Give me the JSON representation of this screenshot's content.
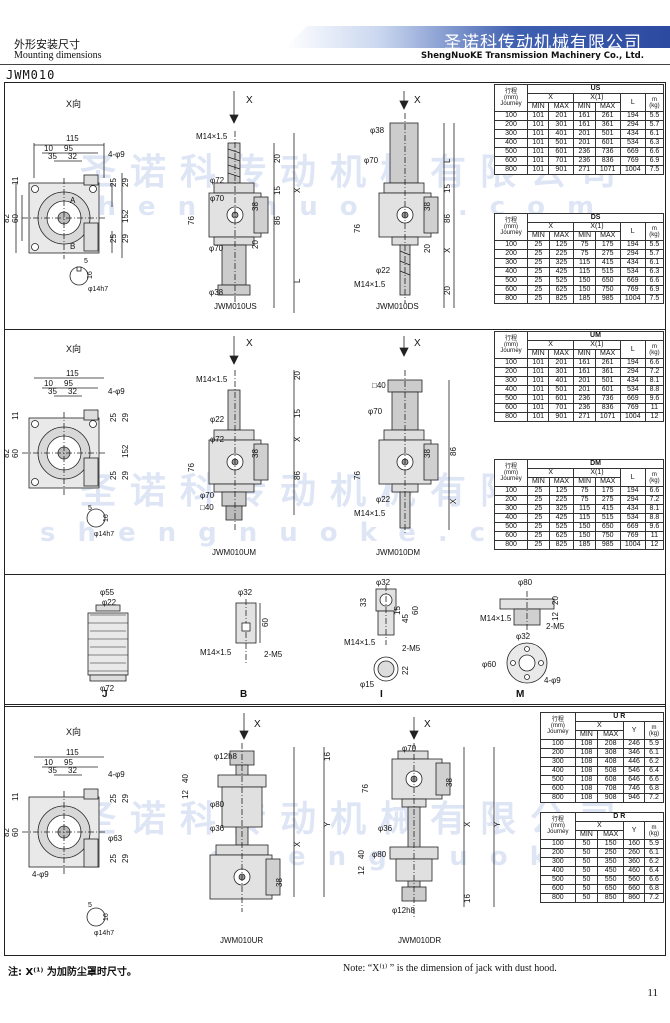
{
  "header": {
    "section_cn": "外形安装尺寸",
    "section_en": "Mounting dimensions",
    "company_cn": "圣诺科传动机械有限公司",
    "company_en": "ShengNuoKE Transmission Machinery Co., Ltd."
  },
  "model": "JWM010",
  "watermark": {
    "cn": "圣诺科传动机械有限公司",
    "en": "shengnuoke.com"
  },
  "colors": {
    "band": "#2c4aa0",
    "watermark": "#466ec8"
  },
  "panels": {
    "p1": {
      "xview": "X向",
      "x_label": "X",
      "captions": [
        "JWM010US",
        "JWM010DS"
      ],
      "dims": [
        "115",
        "95",
        "10",
        "35",
        "32",
        "4-φ9",
        "11",
        "60",
        "82",
        "25",
        "29",
        "152",
        "A",
        "B",
        "5",
        "16",
        "φ14h7",
        "M14×1.5",
        "φ72",
        "φ70",
        "φ38",
        "76",
        "20",
        "38",
        "86",
        "15",
        "20",
        "L",
        "X",
        "φ22"
      ]
    },
    "p2": {
      "xview": "X向",
      "x_label": "X",
      "captions": [
        "JWM010UM",
        "JWM010DM"
      ],
      "dims": [
        "115",
        "95",
        "10",
        "35",
        "32",
        "4-φ9",
        "11",
        "60",
        "82",
        "25",
        "29",
        "152",
        "5",
        "16",
        "φ14h7",
        "M14×1.5",
        "φ72",
        "φ22",
        "φ70",
        "□40",
        "76",
        "20",
        "38",
        "86",
        "15",
        "X"
      ]
    },
    "p3": {
      "captions": [
        "J",
        "B",
        "I",
        "M"
      ],
      "dims": [
        "φ55",
        "φ22",
        "φ72",
        "φ32",
        "60",
        "M14×1.5",
        "2-M5",
        "φ32",
        "33",
        "45",
        "60",
        "15",
        "φ15",
        "22",
        "φ80",
        "20",
        "12",
        "M14×1.5",
        "2-M5",
        "φ32",
        "φ60",
        "4-φ9"
      ]
    },
    "p4": {
      "xview": "X向",
      "x_label": "X",
      "captions": [
        "JWM010UR",
        "JWM010DR"
      ],
      "dims": [
        "115",
        "95",
        "10",
        "35",
        "32",
        "4-φ9",
        "11",
        "60",
        "82",
        "25",
        "29",
        "φ63",
        "5",
        "16",
        "φ14h7",
        "φ12h8",
        "φ80",
        "φ36",
        "76",
        "40",
        "12",
        "38",
        "16",
        "Y",
        "X",
        "φ70"
      ]
    }
  },
  "tables": {
    "US": {
      "title": "US",
      "head": {
        "stroke": "行程",
        "mm": "(mm)",
        "journey": "Journey",
        "x": "X",
        "x1": "X(1)",
        "min": "MIN",
        "max": "MAX",
        "l": "L",
        "m": "m",
        "kg": "(kg)"
      },
      "rows": [
        [
          "100",
          "101",
          "201",
          "161",
          "261",
          "194",
          "5.5"
        ],
        [
          "200",
          "101",
          "301",
          "161",
          "361",
          "294",
          "5.7"
        ],
        [
          "300",
          "101",
          "401",
          "201",
          "501",
          "434",
          "6.1"
        ],
        [
          "400",
          "101",
          "501",
          "201",
          "601",
          "534",
          "6.3"
        ],
        [
          "500",
          "101",
          "601",
          "236",
          "736",
          "669",
          "6.6"
        ],
        [
          "600",
          "101",
          "701",
          "236",
          "836",
          "769",
          "6.9"
        ],
        [
          "800",
          "101",
          "901",
          "271",
          "1071",
          "1004",
          "7.5"
        ]
      ]
    },
    "DS": {
      "title": "DS",
      "head": {
        "stroke": "行程",
        "mm": "(mm)",
        "journey": "Journey",
        "x": "X",
        "x1": "X(1)",
        "min": "MIN",
        "max": "MAX",
        "l": "L",
        "m": "m",
        "kg": "(kg)"
      },
      "rows": [
        [
          "100",
          "25",
          "125",
          "75",
          "175",
          "194",
          "5.5"
        ],
        [
          "200",
          "25",
          "225",
          "75",
          "275",
          "294",
          "5.7"
        ],
        [
          "300",
          "25",
          "325",
          "115",
          "415",
          "434",
          "6.1"
        ],
        [
          "400",
          "25",
          "425",
          "115",
          "515",
          "534",
          "6.3"
        ],
        [
          "500",
          "25",
          "525",
          "150",
          "650",
          "669",
          "6.6"
        ],
        [
          "600",
          "25",
          "625",
          "150",
          "750",
          "769",
          "6.9"
        ],
        [
          "800",
          "25",
          "825",
          "185",
          "985",
          "1004",
          "7.5"
        ]
      ]
    },
    "UM": {
      "title": "UM",
      "head": {
        "stroke": "行程",
        "mm": "(mm)",
        "journey": "Journey",
        "x": "X",
        "x1": "X(1)",
        "min": "MIN",
        "max": "MAX",
        "l": "L",
        "m": "m",
        "kg": "(kg)"
      },
      "rows": [
        [
          "100",
          "101",
          "201",
          "161",
          "261",
          "194",
          "6.6"
        ],
        [
          "200",
          "101",
          "301",
          "161",
          "361",
          "294",
          "7.2"
        ],
        [
          "300",
          "101",
          "401",
          "201",
          "501",
          "434",
          "8.1"
        ],
        [
          "400",
          "101",
          "501",
          "201",
          "601",
          "534",
          "8.8"
        ],
        [
          "500",
          "101",
          "601",
          "236",
          "736",
          "669",
          "9.6"
        ],
        [
          "600",
          "101",
          "701",
          "236",
          "836",
          "769",
          "11"
        ],
        [
          "800",
          "101",
          "901",
          "271",
          "1071",
          "1004",
          "12"
        ]
      ]
    },
    "DM": {
      "title": "DM",
      "head": {
        "stroke": "行程",
        "mm": "(mm)",
        "journey": "Journey",
        "x": "X",
        "x1": "X(1)",
        "min": "MIN",
        "max": "MAX",
        "l": "L",
        "m": "m",
        "kg": "(kg)"
      },
      "rows": [
        [
          "100",
          "25",
          "125",
          "75",
          "175",
          "194",
          "6.6"
        ],
        [
          "200",
          "25",
          "225",
          "75",
          "275",
          "294",
          "7.2"
        ],
        [
          "300",
          "25",
          "325",
          "115",
          "415",
          "434",
          "8.1"
        ],
        [
          "400",
          "25",
          "425",
          "115",
          "515",
          "534",
          "8.8"
        ],
        [
          "500",
          "25",
          "525",
          "150",
          "650",
          "669",
          "9.6"
        ],
        [
          "600",
          "25",
          "625",
          "150",
          "750",
          "769",
          "11"
        ],
        [
          "800",
          "25",
          "825",
          "185",
          "985",
          "1004",
          "12"
        ]
      ]
    },
    "UR": {
      "title": "U R",
      "head": {
        "stroke": "行程",
        "mm": "(mm)",
        "journey": "Journey",
        "x": "X",
        "min": "MIN",
        "max": "MAX",
        "y": "Y",
        "m": "m",
        "kg": "(kg)"
      },
      "rows": [
        [
          "100",
          "108",
          "208",
          "246",
          "5.9"
        ],
        [
          "200",
          "108",
          "308",
          "346",
          "6.1"
        ],
        [
          "300",
          "108",
          "408",
          "446",
          "6.2"
        ],
        [
          "400",
          "108",
          "508",
          "546",
          "6.4"
        ],
        [
          "500",
          "108",
          "608",
          "646",
          "6.6"
        ],
        [
          "600",
          "108",
          "708",
          "746",
          "6.8"
        ],
        [
          "800",
          "108",
          "908",
          "946",
          "7.2"
        ]
      ]
    },
    "DR": {
      "title": "D R",
      "head": {
        "stroke": "行程",
        "mm": "(mm)",
        "journey": "Journey",
        "x": "X",
        "min": "MIN",
        "max": "MAX",
        "y": "Y",
        "m": "m",
        "kg": "(kg)"
      },
      "rows": [
        [
          "100",
          "50",
          "150",
          "160",
          "5.9"
        ],
        [
          "200",
          "50",
          "250",
          "260",
          "6.1"
        ],
        [
          "300",
          "50",
          "350",
          "360",
          "6.2"
        ],
        [
          "400",
          "50",
          "450",
          "460",
          "6.4"
        ],
        [
          "500",
          "50",
          "550",
          "560",
          "6.6"
        ],
        [
          "600",
          "50",
          "650",
          "660",
          "6.8"
        ],
        [
          "800",
          "50",
          "850",
          "860",
          "7.2"
        ]
      ]
    }
  },
  "note": {
    "cn": "注: X⁽¹⁾ 为加防尘罩时尺寸。",
    "en": "Note: “X⁽¹⁾ ” is the dimension of jack with dust hood."
  },
  "page_number": "11"
}
